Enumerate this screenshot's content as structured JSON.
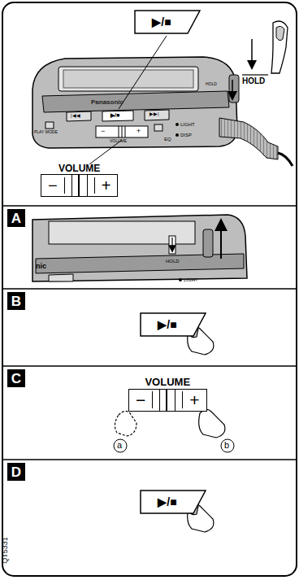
{
  "diagram": {
    "nodes": [
      {
        "text": [
          "▶/■"
        ]
      },
      {
        "text": [
          "VOLUME",
          "−",
          "+"
        ]
      },
      {
        "text": [
          "A"
        ]
      },
      {
        "text": [
          "B"
        ]
      },
      {
        "text": [
          "▶/■"
        ]
      },
      {
        "text": [
          "C"
        ]
      },
      {
        "text": [
          "VOLUME",
          "−",
          "+"
        ]
      },
      {
        "text": [
          "D"
        ]
      },
      {
        "text": [
          "▶/■"
        ]
      }
    ],
    "labels": [
      "HOLD",
      "Panasonic",
      "HOLD",
      "PLAY MODE",
      "|◀◀",
      "▶/■",
      "▶▶|",
      "VOLUME",
      "−",
      "+",
      "EQ",
      "LIGHT",
      "DISP",
      "nic",
      "HOLD",
      "LIGHT",
      "a",
      "b",
      "QT5331"
    ]
  }
}
